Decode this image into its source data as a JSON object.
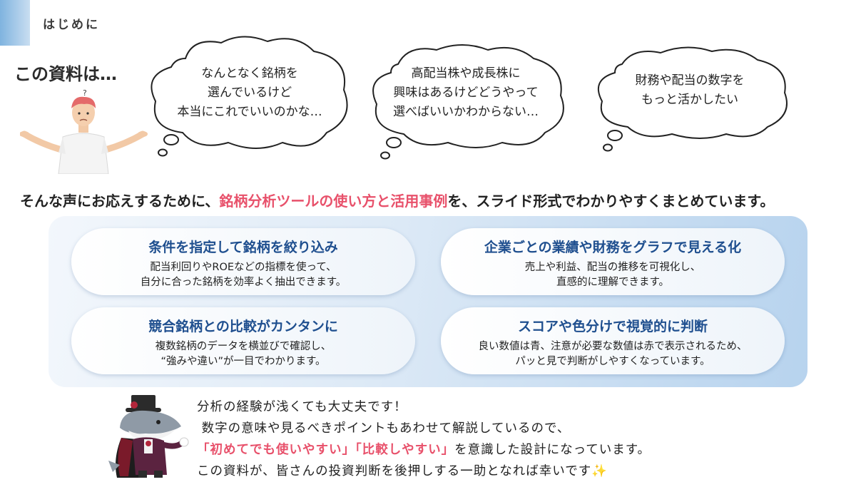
{
  "header": {
    "title": "はじめに"
  },
  "intro": {
    "text": "この資料は…"
  },
  "bubbles": [
    {
      "text": "なんとなく銘柄を\n選んでいるけど\n本当にこれでいいのかな…"
    },
    {
      "text": "高配当株や成長株に\n興味はあるけどどうやって\n選べばいいかわからない…"
    },
    {
      "text": "財務や配当の数字を\nもっと活かしたい"
    }
  ],
  "lead": {
    "before": "そんな声にお応えするために、",
    "highlight": "銘柄分析ツールの使い方と活用事例",
    "after": "を、スライド形式でわかりやすくまとめています。"
  },
  "features": [
    {
      "title": "条件を指定して銘柄を絞り込み",
      "desc": "配当利回りやROEなどの指標を使って、\n自分に合った銘柄を効率よく抽出できます。"
    },
    {
      "title": "企業ごとの業績や財務をグラフで見える化",
      "desc": "売上や利益、配当の推移を可視化し、\n直感的に理解できます。"
    },
    {
      "title": "競合銘柄との比較がカンタンに",
      "desc": "複数銘柄のデータを横並びで確認し、\n“強みや違い”が一目でわかります。"
    },
    {
      "title": "スコアや色分けで視覚的に判断",
      "desc": "良い数値は青、注意が必要な数値は赤で表示されるため、\nパッと見で判断がしやすくなっています。"
    }
  ],
  "closing": {
    "line1": "分析の経験が浅くても大丈夫です！",
    "line2": " 数字の意味や見るべきポイントもあわせて解説しているので、",
    "line3_pink": "「初めてでも使いやすい」「比較しやすい」",
    "line3_rest": "を意識した設計になっています。",
    "line4": "この資料が、皆さんの投資判断を後押しする一助となれば幸いです",
    "sparkle": "✨"
  },
  "colors": {
    "accent_blue": "#1f4f8f",
    "highlight_pink": "#e8516b",
    "header_bar": "#7fb3df"
  },
  "icons": {
    "person": "confused-man-shrugging",
    "mascot": "shark-magician-mascot"
  }
}
